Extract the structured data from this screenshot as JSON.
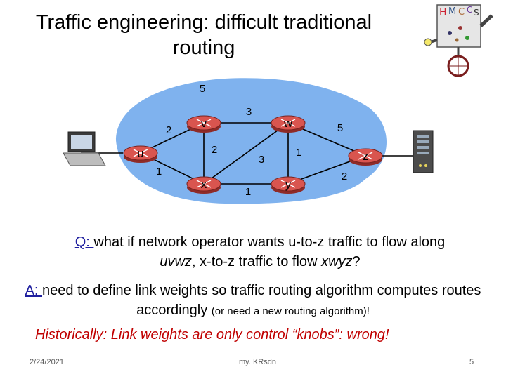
{
  "slide": {
    "title": "Traffic engineering: difficult traditional routing",
    "question": {
      "label": "Q: ",
      "text_line1": "what if network operator wants u-to-z traffic to flow along",
      "path1": "uvwz",
      "text_mid": ", x-to-z traffic to flow ",
      "path2": "xwyz",
      "text_end": "?"
    },
    "answer": {
      "label": "A: ",
      "text": "need to define link weights so traffic routing algorithm computes routes accordingly ",
      "aside": "(or need a new routing algorithm)!"
    },
    "historical": "Historically: Link weights are only control “knobs”: wrong!",
    "footer": {
      "date": "2/24/2021",
      "center": "my. KRsdn",
      "page": "5"
    }
  },
  "network": {
    "routers": [
      "u",
      "v",
      "w",
      "x",
      "y",
      "z"
    ],
    "link_weights": [
      {
        "link": "u-v",
        "weight": "2"
      },
      {
        "link": "u-x",
        "weight": "1"
      },
      {
        "link": "v-w",
        "weight": "3"
      },
      {
        "link": "v-x",
        "weight": "2"
      },
      {
        "link": "x-w",
        "weight": "3"
      },
      {
        "link": "x-y",
        "weight": "1"
      },
      {
        "link": "w-y",
        "weight": "1"
      },
      {
        "link": "w-z",
        "weight": "5"
      },
      {
        "link": "y-z",
        "weight": "2"
      },
      {
        "link": "u-w",
        "weight": "5"
      }
    ],
    "colors": {
      "cloud": "#7fb2ee",
      "router": "#d9554f",
      "link": "#000000"
    }
  }
}
